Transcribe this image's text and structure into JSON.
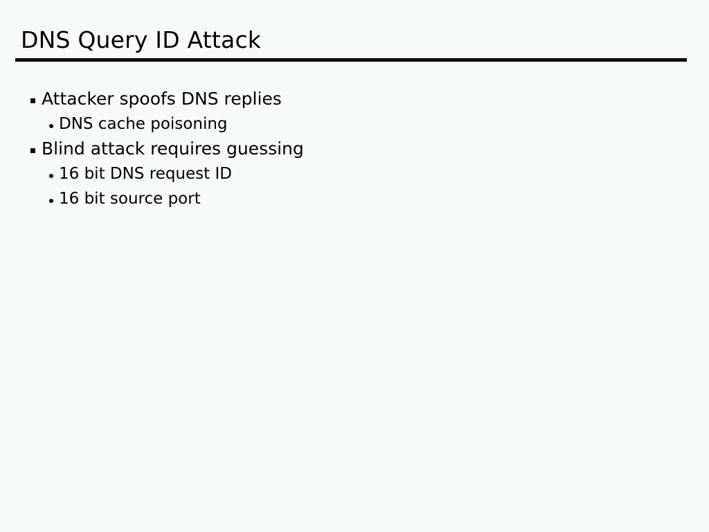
{
  "slide": {
    "title": "DNS Query ID Attack",
    "background_color": "#f7fbf8",
    "text_color": "#000000",
    "rule_color": "#000000",
    "bullets": [
      {
        "level": 1,
        "marker": "square-bullet",
        "text": "Attacker spoofs DNS replies"
      },
      {
        "level": 2,
        "marker": "round-bullet",
        "text": "DNS cache poisoning"
      },
      {
        "level": 1,
        "marker": "square-bullet",
        "text": "Blind attack requires guessing"
      },
      {
        "level": 2,
        "marker": "round-bullet",
        "text": "16 bit DNS request ID"
      },
      {
        "level": 2,
        "marker": "round-bullet",
        "text": "16 bit source port"
      }
    ]
  }
}
